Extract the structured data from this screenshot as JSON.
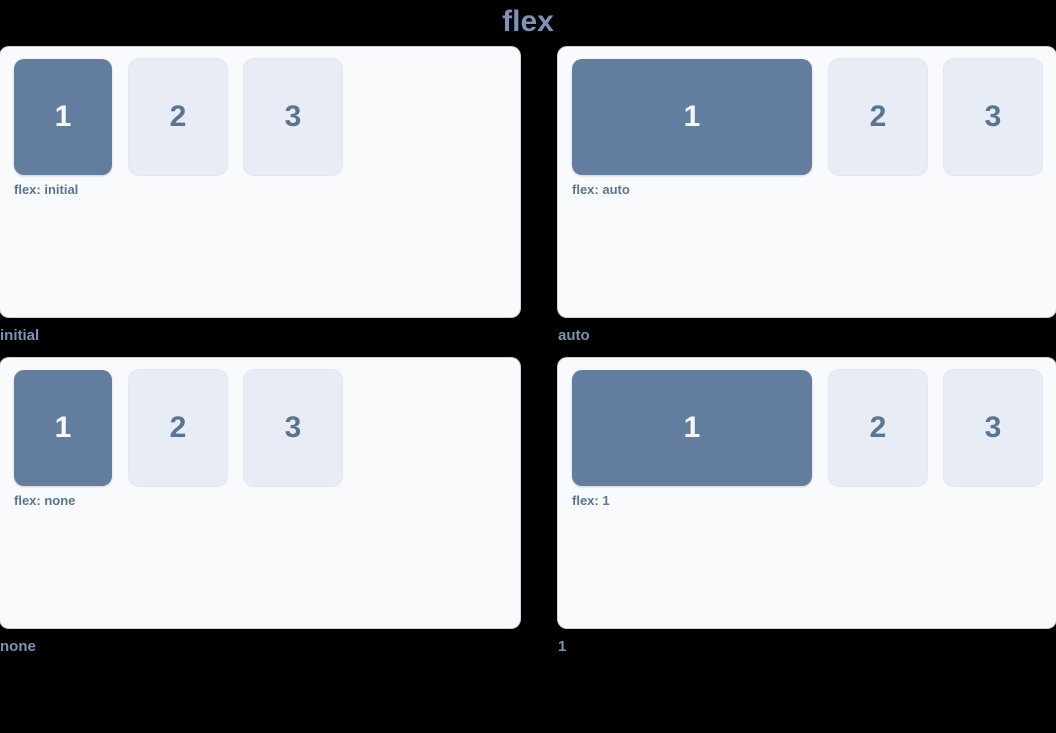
{
  "page": {
    "title": "flex",
    "background_color": "#000000",
    "title_color": "#7b93b5"
  },
  "theme": {
    "panel_bg": "#f9fafc",
    "box_bg": "#e8edf5",
    "box_primary_bg": "#627d9e",
    "box_text": "#5a7494",
    "box_primary_text": "#f6f8fb",
    "note_color": "#5a7494",
    "caption_color": "#7b93b5"
  },
  "demos": [
    {
      "caption": "initial",
      "note": "flex: initial",
      "boxes": [
        {
          "label": "1",
          "variant": "primary"
        },
        {
          "label": "2",
          "variant": "plain"
        },
        {
          "label": "3",
          "variant": "plain"
        }
      ]
    },
    {
      "caption": "auto",
      "note": "flex: auto",
      "boxes": [
        {
          "label": "1",
          "variant": "primary"
        },
        {
          "label": "2",
          "variant": "plain"
        },
        {
          "label": "3",
          "variant": "plain"
        }
      ]
    },
    {
      "caption": "none",
      "note": "flex: none",
      "boxes": [
        {
          "label": "1",
          "variant": "primary"
        },
        {
          "label": "2",
          "variant": "plain"
        },
        {
          "label": "3",
          "variant": "plain"
        }
      ]
    },
    {
      "caption": "1",
      "note": "flex: 1",
      "boxes": [
        {
          "label": "1",
          "variant": "primary"
        },
        {
          "label": "2",
          "variant": "plain"
        },
        {
          "label": "3",
          "variant": "plain"
        }
      ]
    }
  ]
}
